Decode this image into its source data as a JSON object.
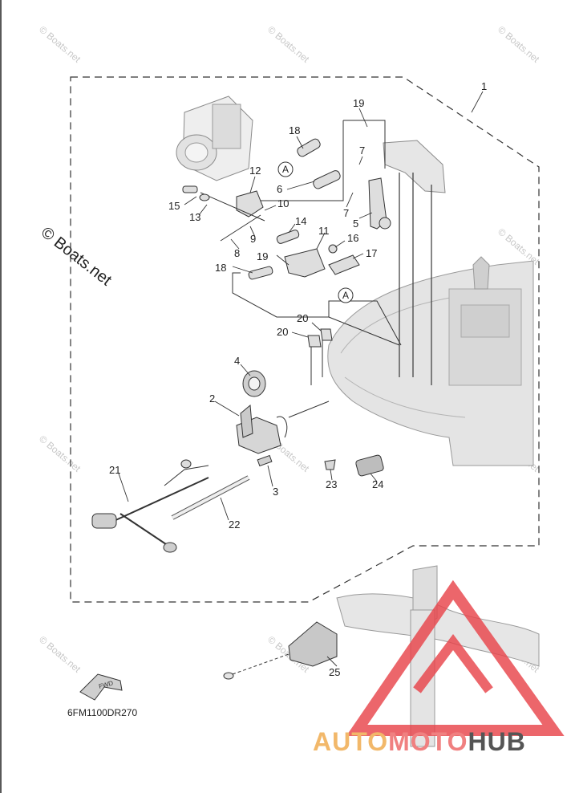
{
  "diagram": {
    "part_code": "6FM1100DR270",
    "fwd_label": "FWD",
    "callouts": [
      "1",
      "2",
      "3",
      "4",
      "5",
      "6",
      "7",
      "7",
      "8",
      "9",
      "10",
      "11",
      "12",
      "13",
      "14",
      "15",
      "16",
      "17",
      "18",
      "18",
      "19",
      "19",
      "20",
      "20",
      "21",
      "22",
      "23",
      "24",
      "25"
    ],
    "reference_marks": [
      "A",
      "A"
    ]
  },
  "watermarks": {
    "text": "© Boats.net",
    "count": 10
  },
  "logo": {
    "part1": "AUTO",
    "part2": "MOTO",
    "part3": "HUB",
    "colors": {
      "auto": "#f2b86a",
      "moto": "#f08080",
      "hub": "#555555",
      "triangle": "#e8444a"
    }
  }
}
